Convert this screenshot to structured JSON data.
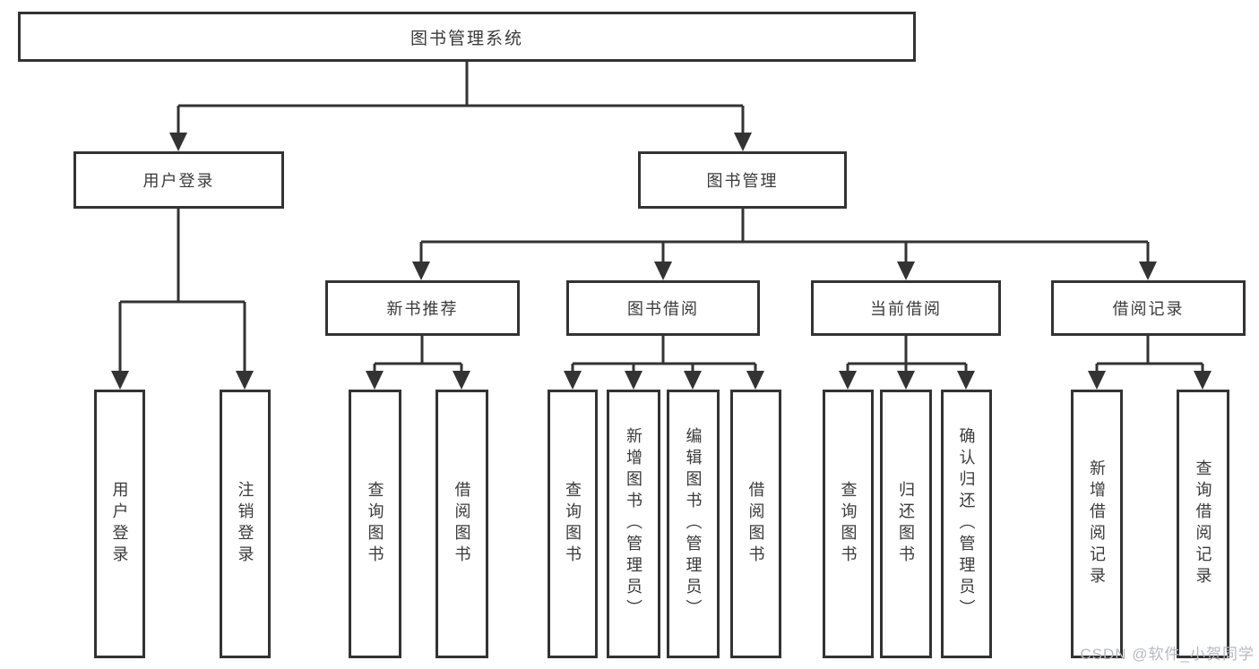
{
  "tree": {
    "label": "图书管理系统",
    "children": [
      {
        "label": "用户登录",
        "children": [
          {
            "label": "用户登录"
          },
          {
            "label": "注销登录"
          }
        ]
      },
      {
        "label": "图书管理",
        "children": [
          {
            "label": "新书推荐",
            "children": [
              {
                "label": "查询图书"
              },
              {
                "label": "借阅图书"
              }
            ]
          },
          {
            "label": "图书借阅",
            "children": [
              {
                "label": "查询图书"
              },
              {
                "label": "新增图书（管理员）"
              },
              {
                "label": "编辑图书（管理员）"
              },
              {
                "label": "借阅图书"
              }
            ]
          },
          {
            "label": "当前借阅",
            "children": [
              {
                "label": "查询图书"
              },
              {
                "label": "归还图书"
              },
              {
                "label": "确认归还（管理员）"
              }
            ]
          },
          {
            "label": "借阅记录",
            "children": [
              {
                "label": "新增借阅记录"
              },
              {
                "label": "查询借阅记录"
              }
            ]
          }
        ]
      }
    ]
  },
  "watermark": {
    "text": "CSDN @软件_小贺同学"
  },
  "colors": {
    "line": "#333333",
    "text": "#3a3a3a",
    "watermark": "#b6bac0",
    "background": "#ffffff"
  }
}
